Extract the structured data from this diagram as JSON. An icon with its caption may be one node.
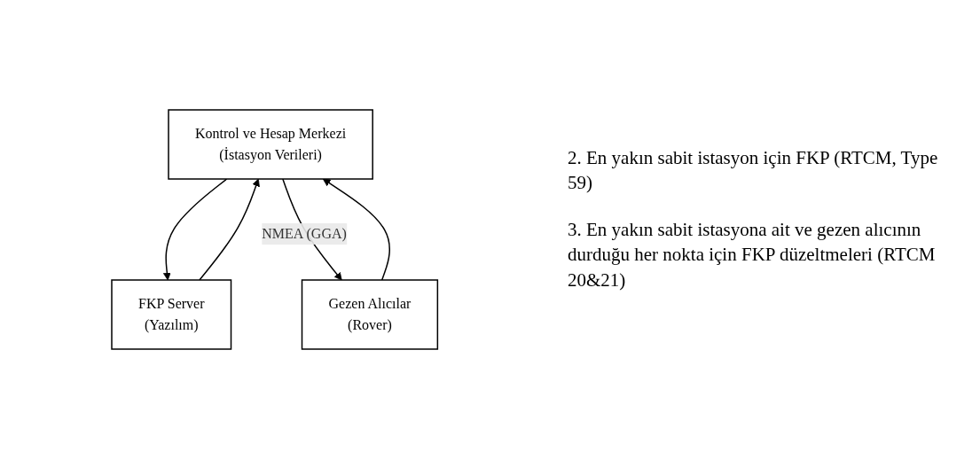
{
  "diagram": {
    "nodes": [
      {
        "text": [
          "Kontrol ve Hesap Merkezi",
          "(İstasyon Verileri)"
        ]
      },
      {
        "text": [
          "FKP Server",
          "(Yazılım)"
        ]
      },
      {
        "text": [
          "Gezen Alıcılar",
          "(Rover)"
        ]
      }
    ],
    "edges": [
      {
        "from": 0,
        "to": 1,
        "arrow": "to"
      },
      {
        "from": 1,
        "to": 0,
        "arrow": "to"
      },
      {
        "from": 0,
        "to": 2,
        "arrow": "to",
        "label": "NMEA (GGA)"
      },
      {
        "from": 2,
        "to": 0,
        "arrow": "to"
      }
    ],
    "labels": [
      "2. En yakın sabit istasyon için FKP (RTCM, Type 59)",
      "3. En yakın sabit istasyona ait ve gezen alıcının durduğu her nokta için FKP düzeltmeleri (RTCM 20&21)"
    ]
  }
}
